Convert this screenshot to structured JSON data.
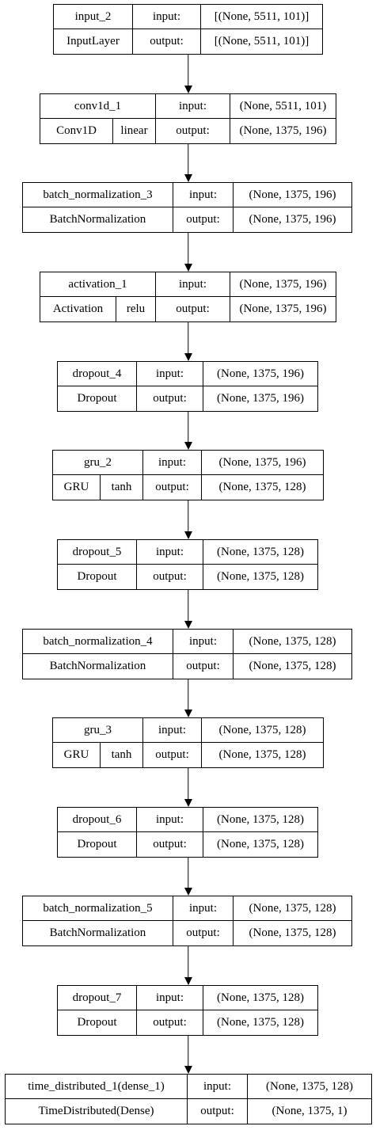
{
  "diagram": {
    "layers": [
      {
        "name": "input_2",
        "type": "InputLayer",
        "in_label": "input:",
        "out_label": "output:",
        "input": "[(None, 5511, 101)]",
        "output": "[(None, 5511, 101)]"
      },
      {
        "name": "conv1d_1",
        "type": "Conv1D",
        "activation": "linear",
        "in_label": "input:",
        "out_label": "output:",
        "input": "(None, 5511, 101)",
        "output": "(None, 1375, 196)"
      },
      {
        "name": "batch_normalization_3",
        "type": "BatchNormalization",
        "in_label": "input:",
        "out_label": "output:",
        "input": "(None, 1375, 196)",
        "output": "(None, 1375, 196)"
      },
      {
        "name": "activation_1",
        "type": "Activation",
        "activation": "relu",
        "in_label": "input:",
        "out_label": "output:",
        "input": "(None, 1375, 196)",
        "output": "(None, 1375, 196)"
      },
      {
        "name": "dropout_4",
        "type": "Dropout",
        "in_label": "input:",
        "out_label": "output:",
        "input": "(None, 1375, 196)",
        "output": "(None, 1375, 196)"
      },
      {
        "name": "gru_2",
        "type": "GRU",
        "activation": "tanh",
        "in_label": "input:",
        "out_label": "output:",
        "input": "(None, 1375, 196)",
        "output": "(None, 1375, 128)"
      },
      {
        "name": "dropout_5",
        "type": "Dropout",
        "in_label": "input:",
        "out_label": "output:",
        "input": "(None, 1375, 128)",
        "output": "(None, 1375, 128)"
      },
      {
        "name": "batch_normalization_4",
        "type": "BatchNormalization",
        "in_label": "input:",
        "out_label": "output:",
        "input": "(None, 1375, 128)",
        "output": "(None, 1375, 128)"
      },
      {
        "name": "gru_3",
        "type": "GRU",
        "activation": "tanh",
        "in_label": "input:",
        "out_label": "output:",
        "input": "(None, 1375, 128)",
        "output": "(None, 1375, 128)"
      },
      {
        "name": "dropout_6",
        "type": "Dropout",
        "in_label": "input:",
        "out_label": "output:",
        "input": "(None, 1375, 128)",
        "output": "(None, 1375, 128)"
      },
      {
        "name": "batch_normalization_5",
        "type": "BatchNormalization",
        "in_label": "input:",
        "out_label": "output:",
        "input": "(None, 1375, 128)",
        "output": "(None, 1375, 128)"
      },
      {
        "name": "dropout_7",
        "type": "Dropout",
        "in_label": "input:",
        "out_label": "output:",
        "input": "(None, 1375, 128)",
        "output": "(None, 1375, 128)"
      },
      {
        "name": "time_distributed_1(dense_1)",
        "type": "TimeDistributed(Dense)",
        "in_label": "input:",
        "out_label": "output:",
        "input": "(None, 1375, 128)",
        "output": "(None, 1375, 1)"
      }
    ],
    "colors": {
      "line": "#000000",
      "background": "#ffffff"
    }
  }
}
